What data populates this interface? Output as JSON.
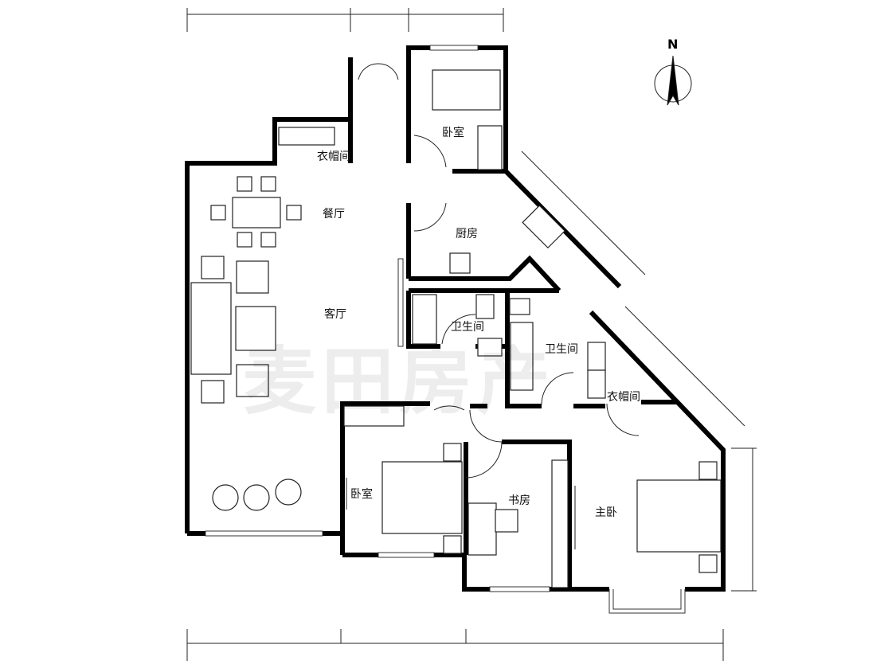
{
  "rooms": {
    "bedroom_top": "卧室",
    "cloakroom_left": "衣帽间",
    "dining": "餐厅",
    "kitchen": "厨房",
    "living": "客厅",
    "bathroom_1": "卫生间",
    "bathroom_2": "卫生间",
    "cloakroom_right": "衣帽间",
    "bedroom_bottom": "卧室",
    "study": "书房",
    "master_bedroom": "主卧"
  },
  "compass": {
    "label": "N"
  },
  "watermark": "麦田房产",
  "colors": {
    "wall": "#000000",
    "line": "#222222",
    "background": "#ffffff"
  }
}
